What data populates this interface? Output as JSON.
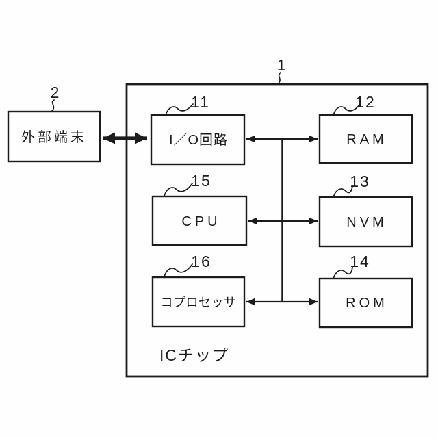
{
  "figure": {
    "type": "block-diagram",
    "colors": {
      "line": "#1c1c1c",
      "background": "#fefefe"
    },
    "refs": {
      "outer": "1",
      "external": "2",
      "io": "11",
      "ram": "12",
      "nvm": "13",
      "rom": "14",
      "cpu": "15",
      "copro": "16"
    },
    "labels": {
      "external": "外部端末",
      "io": "I／O回路",
      "ram": "RAM",
      "cpu": "CPU",
      "nvm": "NVM",
      "copro": "コプロセッサ",
      "rom": "ROM",
      "chip": "ICチップ"
    },
    "connections": [
      "external-terminal <-> io-circuit (thick bidirectional arrow)",
      "io-circuit <-> ram (bus row 1)",
      "cpu <-> nvm (bus row 2)",
      "coprocessor <-> rom (bus row 3)",
      "vertical bus line joins all three rows"
    ]
  }
}
